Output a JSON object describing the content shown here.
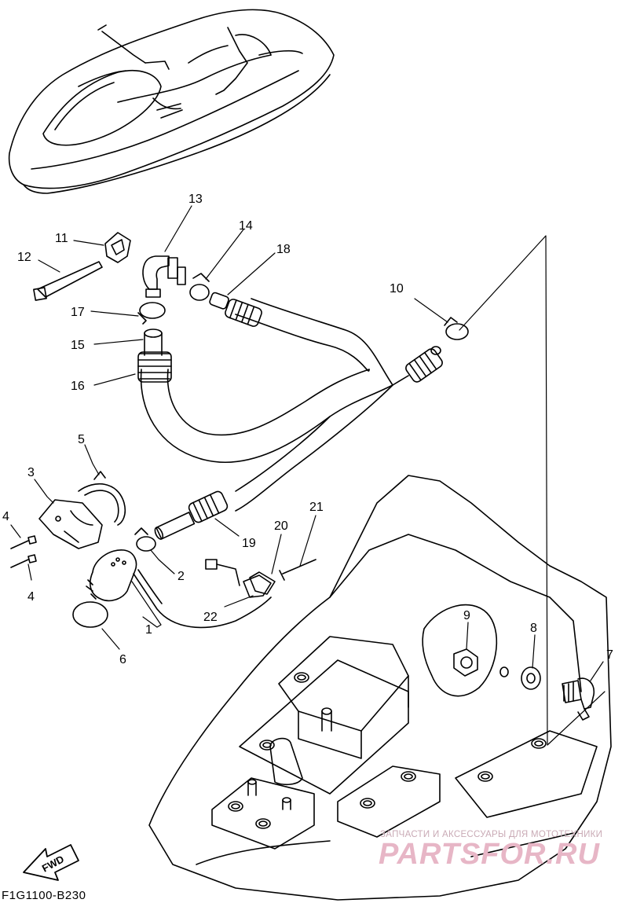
{
  "figure_code": "F1G1100-B230",
  "fwd_label": "FWD",
  "watermark": {
    "caption": "ЗАПЧАСТИ И АКСЕССУАРЫ ДЛЯ МОТОТЕХНИКИ",
    "logo": "PARTSFOR.RU"
  },
  "callouts": [
    "1",
    "2",
    "3",
    "4",
    "4",
    "5",
    "6",
    "7",
    "8",
    "9",
    "10",
    "11",
    "12",
    "13",
    "14",
    "15",
    "16",
    "17",
    "18",
    "19",
    "20",
    "21",
    "22"
  ]
}
